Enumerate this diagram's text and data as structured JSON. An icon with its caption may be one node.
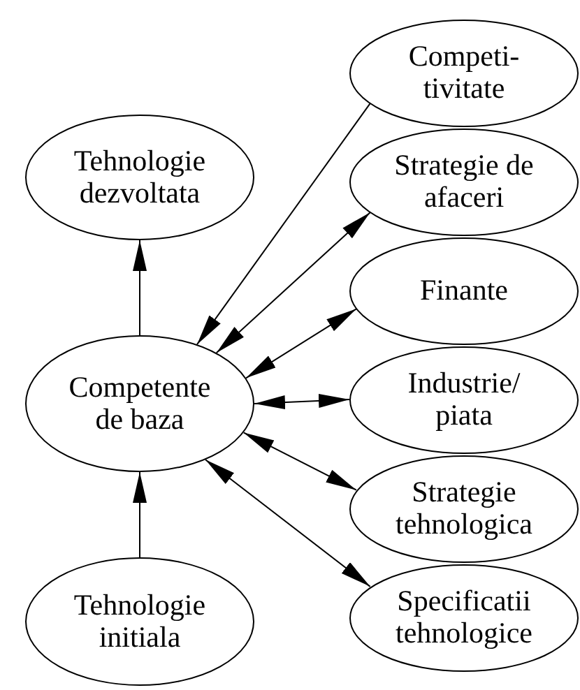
{
  "diagram": {
    "nodes": [
      {
        "text": [
          "Tehnologie dezvoltata"
        ]
      },
      {
        "text": [
          "Competente de baza"
        ]
      },
      {
        "text": [
          "Tehnologie initiala"
        ]
      },
      {
        "text": [
          "Competi- tivitate"
        ]
      },
      {
        "text": [
          "Strategie de afaceri"
        ]
      },
      {
        "text": [
          "Finante"
        ]
      },
      {
        "text": [
          "Industrie/ piata"
        ]
      },
      {
        "text": [
          "Strategie tehnologica"
        ]
      },
      {
        "text": [
          "Specificatii tehnologice"
        ]
      }
    ],
    "edges": [
      {
        "from": 1,
        "to": 0,
        "arrow": "to"
      },
      {
        "from": 2,
        "to": 1,
        "arrow": "to"
      },
      {
        "from": 3,
        "to": 1,
        "arrow": "to"
      },
      {
        "from": 1,
        "to": 4,
        "arrow": "both"
      },
      {
        "from": 1,
        "to": 5,
        "arrow": "both"
      },
      {
        "from": 1,
        "to": 6,
        "arrow": "both"
      },
      {
        "from": 1,
        "to": 7,
        "arrow": "both"
      },
      {
        "from": 1,
        "to": 8,
        "arrow": "both"
      }
    ]
  }
}
